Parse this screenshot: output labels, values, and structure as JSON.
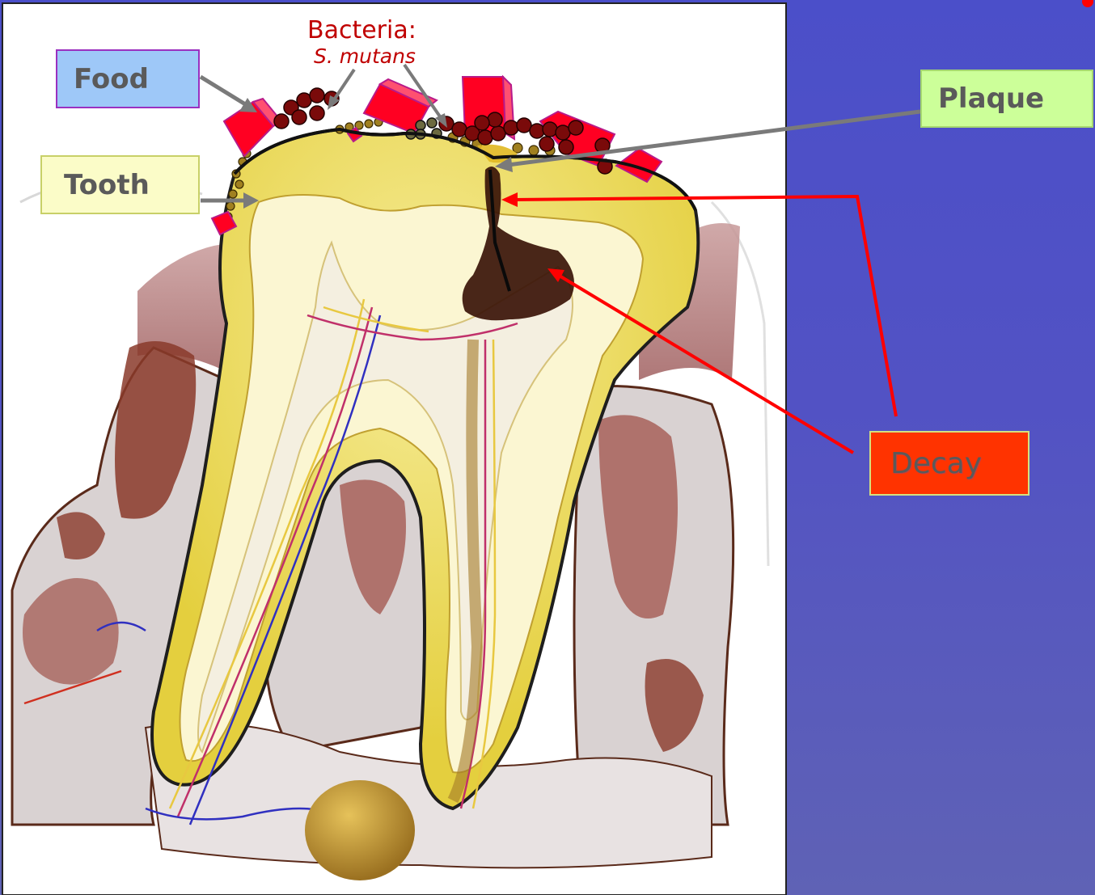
{
  "labels": {
    "food": "Food",
    "tooth": "Tooth",
    "plaque": "Plaque",
    "decay": "Decay",
    "bacteria_title": "Bacteria:",
    "bacteria_species": "S. mutans"
  },
  "colors": {
    "background": "#4b4fc9",
    "food_box": "#9ec8f8",
    "tooth_box": "#fbfcc8",
    "plaque_box": "#ccff99",
    "decay_box": "#ff3300",
    "bacteria_text": "#c00000",
    "arrow_gray": "#7a7a7a",
    "arrow_red": "#ff0000",
    "food_particle": "#ff0022",
    "bacteria_cell": "#7a0a0a",
    "tooth_enamel": "#efe27a",
    "tooth_dentin": "#fbf6d2",
    "bone": "#8a3a2a"
  }
}
